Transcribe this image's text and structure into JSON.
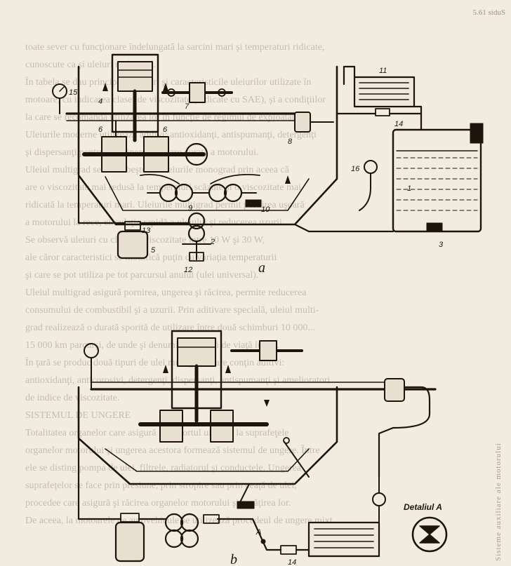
{
  "page_number": "5.61 siduS",
  "side_text": "Sisteme auxiliare ale motorului",
  "background_text": [
    "toate sever cu funcţionare îndelungată la sarcini mari şi temperaturi ridicate,",
    "cunoscute ca şi uleiuri multigrad.",
    "În tabela se dau principalele tipuri şi caracteristicile uleiurilor utilizate în",
    "motoare, cu indicarea clasei de viscozitate (indicate cu SAE), şi a condiţiilor",
    "la care se recomandă utilizarea lor în funcţie de regimul de exploatare.",
    "Uleiurile moderne utilizează aditivi: antioxidanţi, antispumanţi, detergenţi",
    "şi dispersanţi pentru menţinerea în stare curată a motorului.",
    "Uleiul multigrad se deosebeşte de uleiurile monograd prin aceea că",
    "are o viscozitate mai redusă la temperaturi scăzute şi o viscozitate mai",
    "ridicată la temperaturi mari. Uleiurile multigrad permit pornirea uşoară",
    "a motorului la rece, circulaţia rapidă a uleiului şi reducerea uzurii.",
    "Se observă uleiuri cu clase de viscozitate între 10 W şi 30 W,",
    "ale căror caracteristici se modifică puţin cu variaţia temperaturii",
    "şi care se pot utiliza pe tot parcursul anului (ulei universal).",
    "Uleiul multigrad asigură pornirea, ungerea şi răcirea, permite reducerea",
    "consumului de combustibil şi a uzurii. Prin aditivare specială, uleiul multi-",
    "grad realizează o durată sporită de utilizare între două schimburi 10 000...",
    "15 000 km parcurşi, de unde şi denumirea de ulei de viaţă lungă.",
    "În ţară se produc două tipuri de ulei multigrad, care conţin aditivi:",
    "antioxidanţi, anticorosivi, detergenţi, dispersanţi, antispumanţi şi amelioratori",
    "de indice de viscozitate.",
    "",
    "",
    "SISTEMUL DE UNGERE",
    "",
    "Totalitatea organelor care asigură transportul uleiului la suprafeţele",
    "organelor motorului şi ungerea acestora formează sistemul de ungere. Între",
    "ele se disting pompa de ulei, filtrele, radiatorul şi conductele. Ungerea",
    "suprafeţelor se face prin presiune, prin stropire sau prin ceaţă de ulei,",
    "procedee care asigură şi răcirea organelor motorului şi curăţirea lor.",
    "De aceea, la motoarele de autovehicule se utilizează procedeul de ungere mixt."
  ],
  "labels_a": [
    "15",
    "4",
    "7",
    "6",
    "6",
    "8",
    "11",
    "14",
    "1",
    "16",
    "9",
    "10",
    "13",
    "2",
    "3",
    "5",
    "12"
  ],
  "labels_b": [
    "A",
    "14"
  ],
  "caption_a": "a",
  "caption_b": "b",
  "detail_label": "Detaliul A"
}
